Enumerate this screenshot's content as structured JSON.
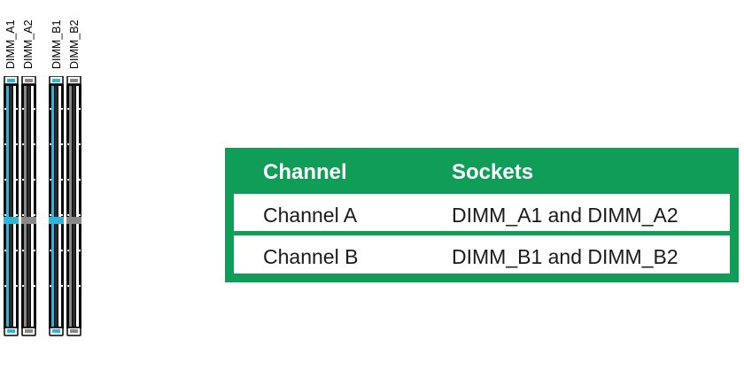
{
  "slots": [
    {
      "label": "DIMM_A1",
      "accent": "#2bb7dc"
    },
    {
      "label": "DIMM_A2",
      "accent": "#888888"
    },
    {
      "label": "DIMM_B1",
      "accent": "#2bb7dc"
    },
    {
      "label": "DIMM_B2",
      "accent": "#888888"
    }
  ],
  "table": {
    "header": {
      "channel": "Channel",
      "sockets": "Sockets"
    },
    "rows": [
      {
        "channel": "Channel A",
        "sockets": "DIMM_A1 and DIMM_A2"
      },
      {
        "channel": "Channel B",
        "sockets": "DIMM_B1 and DIMM_B2"
      }
    ],
    "accent_color": "#0f9d58"
  }
}
